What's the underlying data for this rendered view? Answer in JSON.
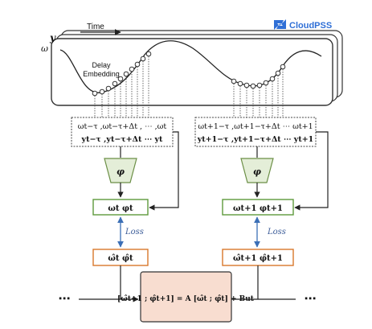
{
  "brand": {
    "name": "CloudPSS",
    "color": "#2f6fd6"
  },
  "top_panel": {
    "time_label": "Time",
    "y_label": "y",
    "omega_label": "ω",
    "delay_embedding_label_line1": "Delay",
    "delay_embedding_label_line2": "Embedding"
  },
  "left_branch": {
    "embed_row1": "ωt−τ ,ωt−τ+Δt , ⋯ ,ωt",
    "embed_row2": "yt−τ ,yt−τ+Δt ⋯ yt",
    "encoder_label": "φ",
    "state_box": "ωt  φt",
    "loss_label": "Loss",
    "pred_box": "ω̂t  φ̂t"
  },
  "right_branch": {
    "embed_row1": "ωt+1−τ ,ωt+1−τ+Δt ⋯ ωt+1",
    "embed_row2": "yt+1−τ ,yt+1−τ+Δt ⋯ yt+1",
    "encoder_label": "φ",
    "state_box": "ωt+1  φt+1",
    "loss_label": "Loss",
    "pred_box": "ω̂t+1  φ̂t+1"
  },
  "dynamics_box": {
    "equation": "[ω̂t+1 ; φ̂t+1] = A [ω̂t ; φ̂t] + But"
  },
  "ellipsis": "⋯",
  "colors": {
    "encoder_fill": "#e4eed8",
    "encoder_stroke": "#6b8f46",
    "state_border": "#5e9a3c",
    "pred_border": "#d9772b",
    "dynamics_fill": "#f8ddd0",
    "loss_arrow": "#3b6fb6",
    "loss_text": "#3f5f9a"
  }
}
